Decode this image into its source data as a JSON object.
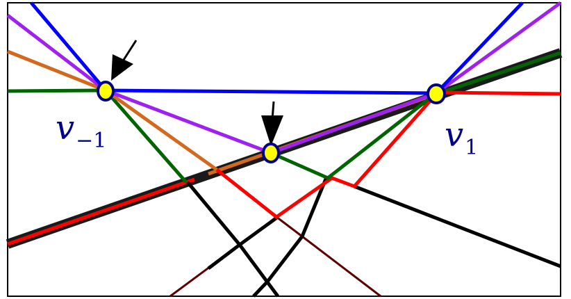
{
  "labels": {
    "left": {
      "base": "v",
      "sub": "−1"
    },
    "right": {
      "base": "v",
      "sub": "1"
    }
  },
  "colors": {
    "frame": "#000000",
    "thick_line": "#1a1a1a",
    "red": "#ff0000",
    "blue": "#0000ff",
    "purple": "#a020f0",
    "orange": "#d2691e",
    "green": "#006400",
    "black": "#000000",
    "dark_red": "#5a0000",
    "vertex_fill": "#ffff00",
    "vertex_stroke": "#00008b",
    "label": "#00008b",
    "arrow": "#000000"
  }
}
